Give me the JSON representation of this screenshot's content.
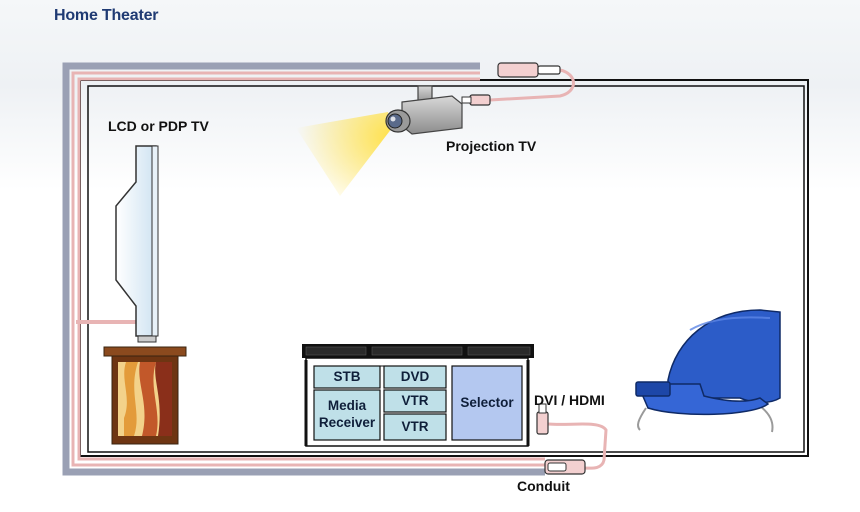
{
  "title": "Home Theater",
  "labels": {
    "lcd_tv": "LCD or PDP TV",
    "projection_tv": "Projection TV",
    "dvi_hdmi": "DVI / HDMI",
    "conduit": "Conduit"
  },
  "rack": {
    "stb": "STB",
    "media_receiver_line1": "Media",
    "media_receiver_line2": "Receiver",
    "dvd": "DVD",
    "vtr_1": "VTR",
    "vtr_2": "VTR",
    "selector": "Selector"
  },
  "colors": {
    "title": "#1f3a73",
    "conduit_gray": "#9aa0b4",
    "conduit_pink": "#e8b4b4",
    "rack_box": "#bfe0e8",
    "selector_box": "#b4c8f0",
    "chair_blue": "#2c5cc8",
    "light_beam": "#ffe14a"
  },
  "icons": [
    "lcd-tv-icon",
    "projector-icon",
    "armchair-icon",
    "tv-cabinet-icon",
    "hdmi-plug-icon"
  ]
}
